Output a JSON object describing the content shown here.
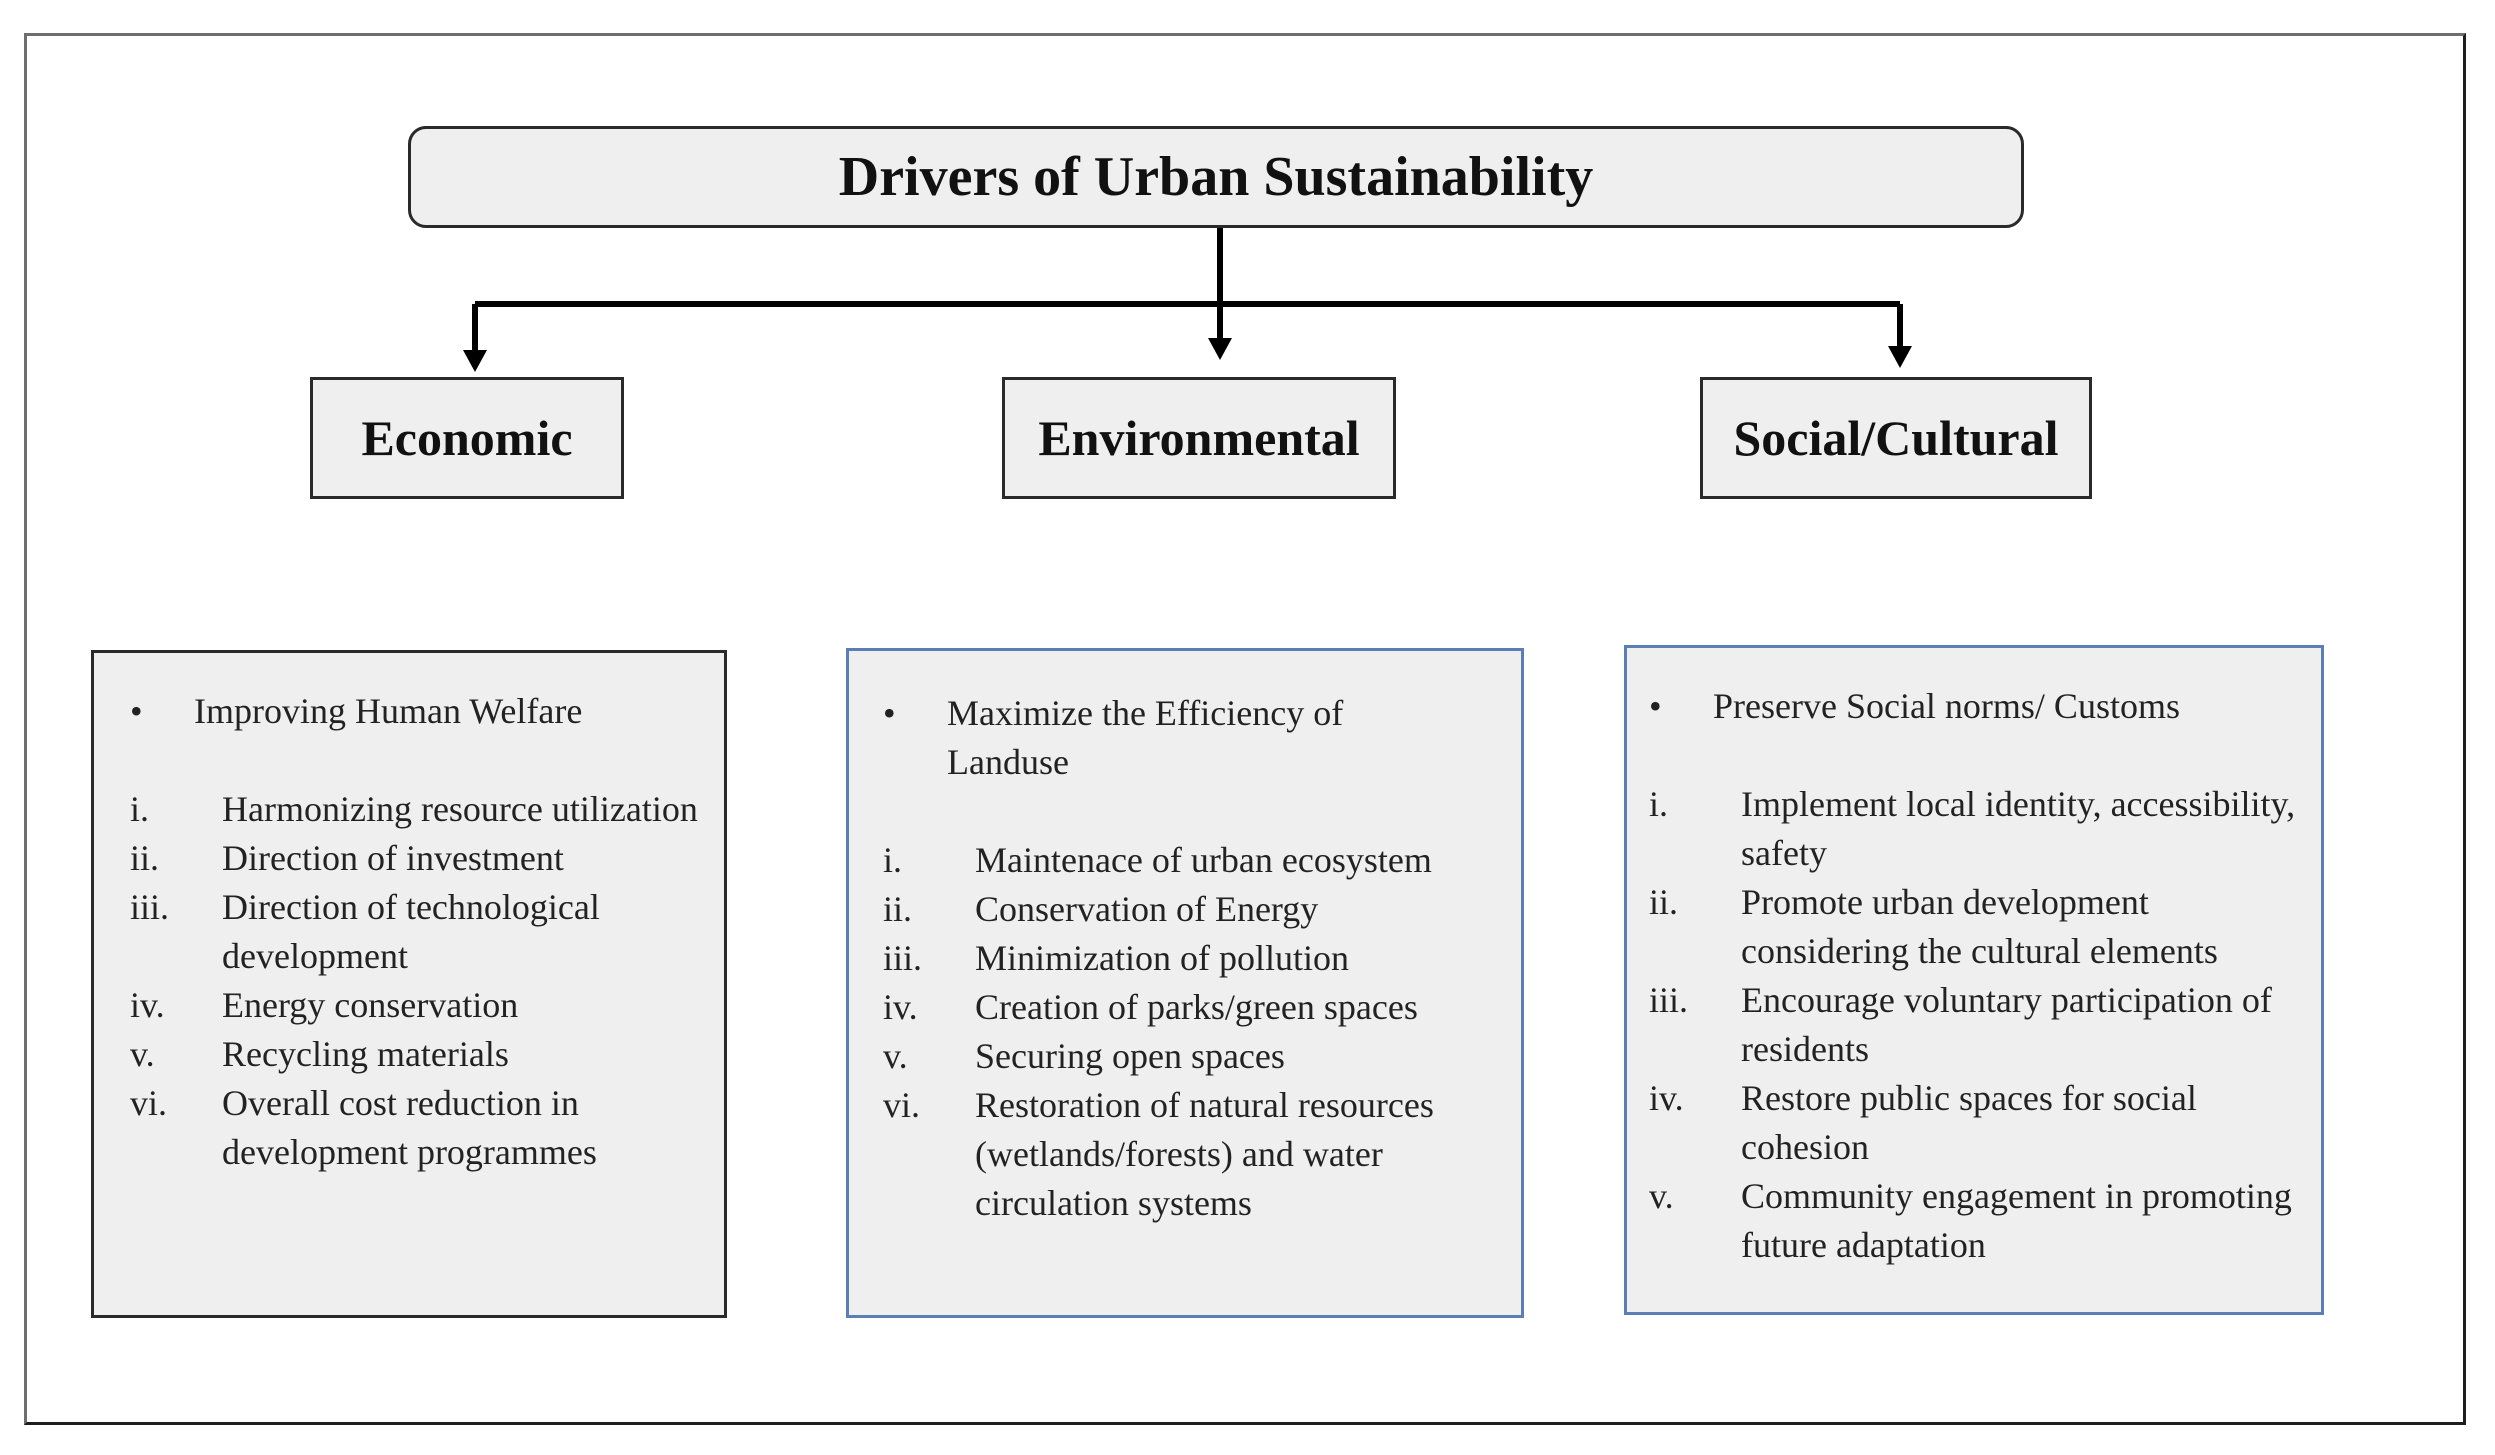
{
  "title": "Drivers of Urban Sustainability",
  "categories": [
    {
      "name": "Economic",
      "headline": "Improving Human Welfare",
      "items": [
        {
          "num": "i.",
          "text": "Harmonizing resource utilization"
        },
        {
          "num": "ii.",
          "text": "Direction of investment"
        },
        {
          "num": "iii.",
          "text": "Direction of technological development"
        },
        {
          "num": "iv.",
          "text": "Energy conservation"
        },
        {
          "num": "v.",
          "text": "Recycling materials"
        },
        {
          "num": "vi.",
          "text": "Overall cost reduction in development programmes"
        }
      ]
    },
    {
      "name": "Environmental",
      "headline": "Maximize the Efficiency of Landuse",
      "items": [
        {
          "num": "i.",
          "text": "Maintenace of urban ecosystem"
        },
        {
          "num": "ii.",
          "text": "Conservation of Energy"
        },
        {
          "num": "iii.",
          "text": "Minimization of pollution"
        },
        {
          "num": "iv.",
          "text": "Creation of parks/green spaces"
        },
        {
          "num": "v.",
          "text": "Securing open spaces"
        },
        {
          "num": "vi.",
          "text": "Restoration of natural resources (wetlands/forests) and water circulation systems"
        }
      ]
    },
    {
      "name": "Social/Cultural",
      "headline": "Preserve Social norms/ Customs",
      "items": [
        {
          "num": "i.",
          "text": "Implement local identity, accessibility, safety"
        },
        {
          "num": "ii.",
          "text": "Promote urban development considering the cultural elements"
        },
        {
          "num": "iii.",
          "text": "Encourage voluntary participation of residents"
        },
        {
          "num": "iv.",
          "text": "Restore public spaces for social cohesion"
        },
        {
          "num": "v.",
          "text": "Community engagement in promoting future adaptation"
        }
      ]
    }
  ],
  "bullet_symbol": "•",
  "colors": {
    "box_fill": "#efefef",
    "dark_border": "#2a2a2a",
    "blue_border": "#5b7fb5",
    "connector": "#000000"
  }
}
